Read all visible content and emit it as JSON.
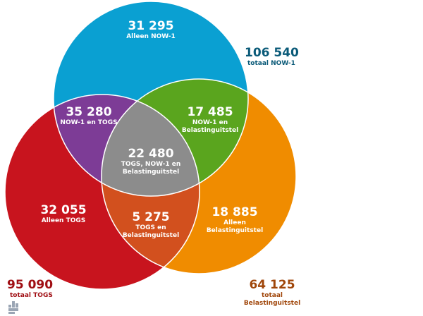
{
  "colors": {
    "now1": "#0aa0d2",
    "togs": "#c8141e",
    "belasting": "#f08c00",
    "now1_togs": "#7d3c96",
    "now1_belasting": "#5aa51e",
    "togs_belasting": "#d2501e",
    "all_three": "#8c8c8c",
    "total_now1": "#0a5a78",
    "total_togs": "#a00f14",
    "total_belasting": "#a0460a"
  },
  "regions": {
    "only_now1": {
      "value": "31 295",
      "label": [
        "Alleen NOW-1"
      ]
    },
    "now1_togs": {
      "value": "35 280",
      "label": [
        "NOW-1 en TOGS"
      ]
    },
    "now1_belasting": {
      "value": "17 485",
      "label": [
        "NOW-1 en",
        "Belastinguitstel"
      ]
    },
    "all_three": {
      "value": "22 480",
      "label": [
        "TOGS, NOW-1 en",
        "Belastinguitstel"
      ]
    },
    "only_togs": {
      "value": "32 055",
      "label": [
        "Alleen TOGS"
      ]
    },
    "togs_belasting": {
      "value": "5 275",
      "label": [
        "TOGS en",
        "Belastinguitstel"
      ]
    },
    "only_belasting": {
      "value": "18 885",
      "label": [
        "Alleen",
        "Belastinguitstel"
      ]
    }
  },
  "totals": {
    "now1": {
      "value": "106 540",
      "label": [
        "totaal NOW-1"
      ]
    },
    "togs": {
      "value": "95 090",
      "label": [
        "totaal TOGS"
      ]
    },
    "belasting": {
      "value": "64 125",
      "label": [
        "totaal",
        "Belastinguitstel"
      ]
    }
  },
  "icons": {
    "source_logo": "cbs-logo-icon"
  }
}
